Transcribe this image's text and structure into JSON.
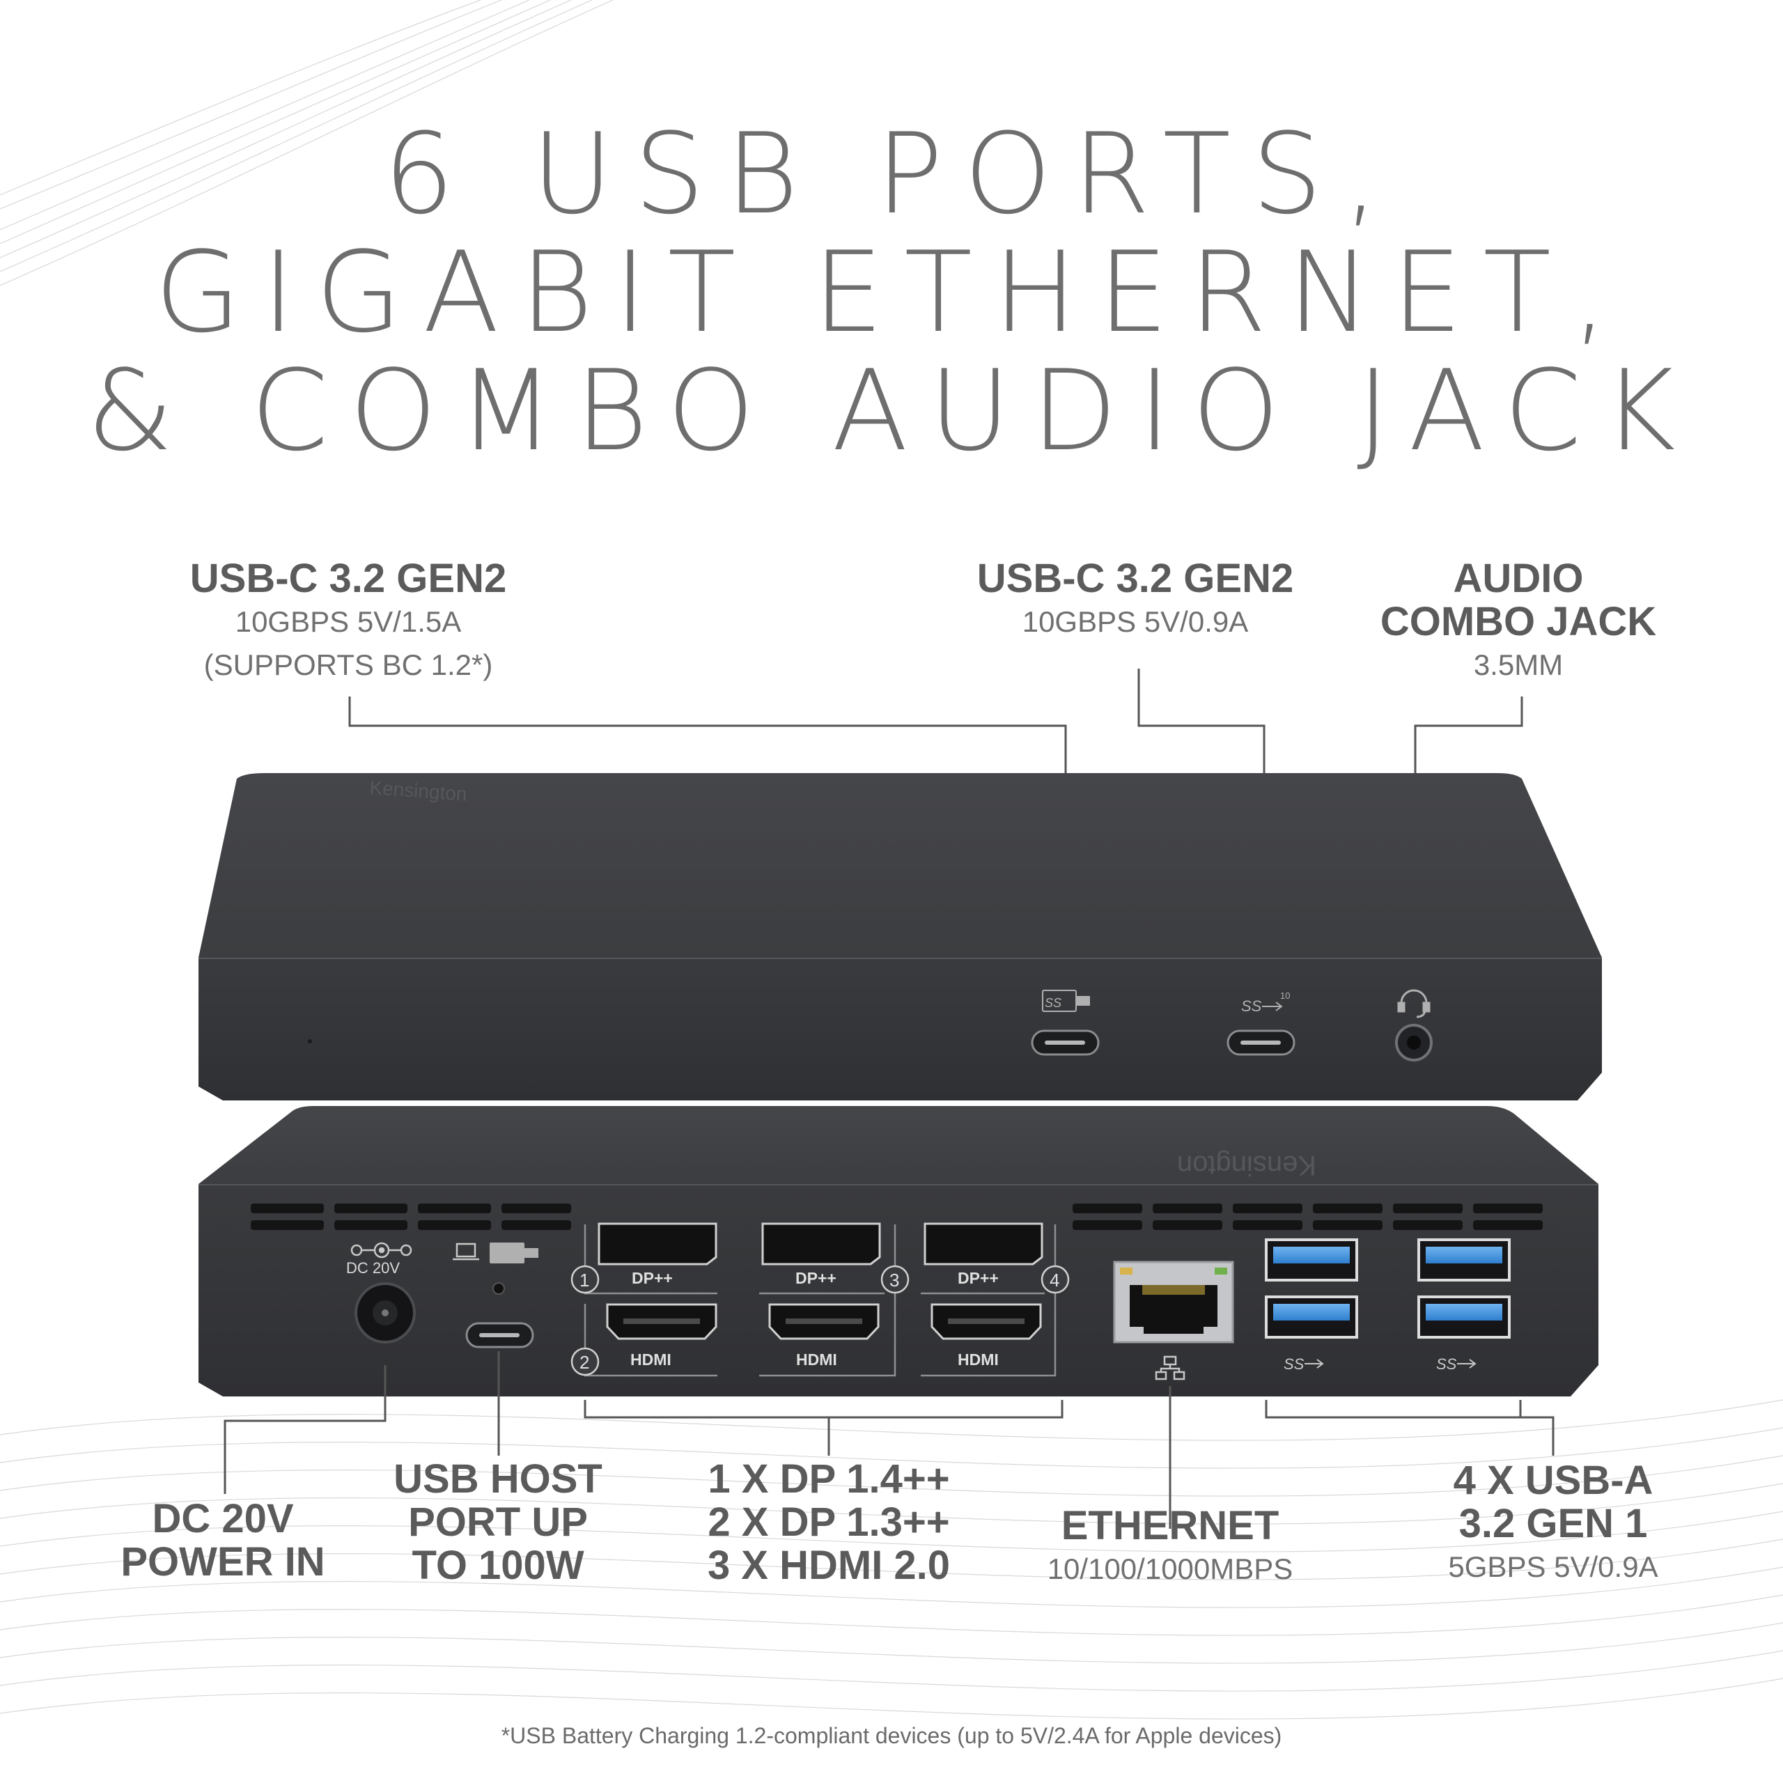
{
  "headline": {
    "line1": "6 USB PORTS,",
    "line2": "GIGABIT ETHERNET,",
    "line3": "& COMBO AUDIO JACK"
  },
  "callouts": {
    "usbc_left": {
      "title": "USB-C 3.2 GEN2",
      "line1": "10GBPS 5V/1.5A",
      "line2": "(SUPPORTS BC 1.2*)"
    },
    "usbc_right": {
      "title": "USB-C 3.2 GEN2",
      "line1": "10GBPS 5V/0.9A"
    },
    "audio": {
      "title1": "AUDIO",
      "title2": "COMBO JACK",
      "line1": "3.5MM"
    },
    "dc": {
      "title1": "DC 20V",
      "title2": "POWER IN"
    },
    "usb_host": {
      "title1": "USB HOST",
      "title2": "PORT UP",
      "title3": "TO 100W"
    },
    "video": {
      "line1": "1 X DP 1.4++",
      "line2": "2 X DP 1.3++",
      "line3": "3 X HDMI 2.0"
    },
    "ethernet": {
      "title": "ETHERNET",
      "line1": "10/100/1000MBPS"
    },
    "usba": {
      "title1": "4 X USB-A",
      "title2": "3.2 GEN 1",
      "line1": "5GBPS 5V/0.9A"
    }
  },
  "device": {
    "brand": "Kensington",
    "dc_label": "DC 20V",
    "dp_label": "DP++",
    "hdmi_label": "HDMI",
    "port_numbers": [
      "1",
      "2",
      "3",
      "4"
    ],
    "ss_mark": "SS",
    "ss_gen": "10"
  },
  "footnote": "*USB Battery Charging 1.2-compliant devices (up to 5V/2.4A for Apple devices)",
  "colors": {
    "heading": "#6e6e6e",
    "device_body": "#3a3b3d",
    "usb_blue": "#3f8ed8",
    "leader": "#555555"
  }
}
